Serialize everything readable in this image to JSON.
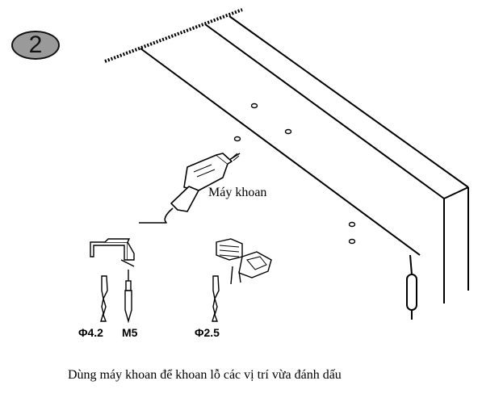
{
  "step": {
    "number": "2"
  },
  "labels": {
    "drill": "Máy khoan",
    "bit_1": "Φ4.2",
    "bit_2": "M5",
    "bit_3": "Φ2.5"
  },
  "caption": "Dùng máy khoan để khoan lỗ các vị trí vừa đánh dấu"
}
